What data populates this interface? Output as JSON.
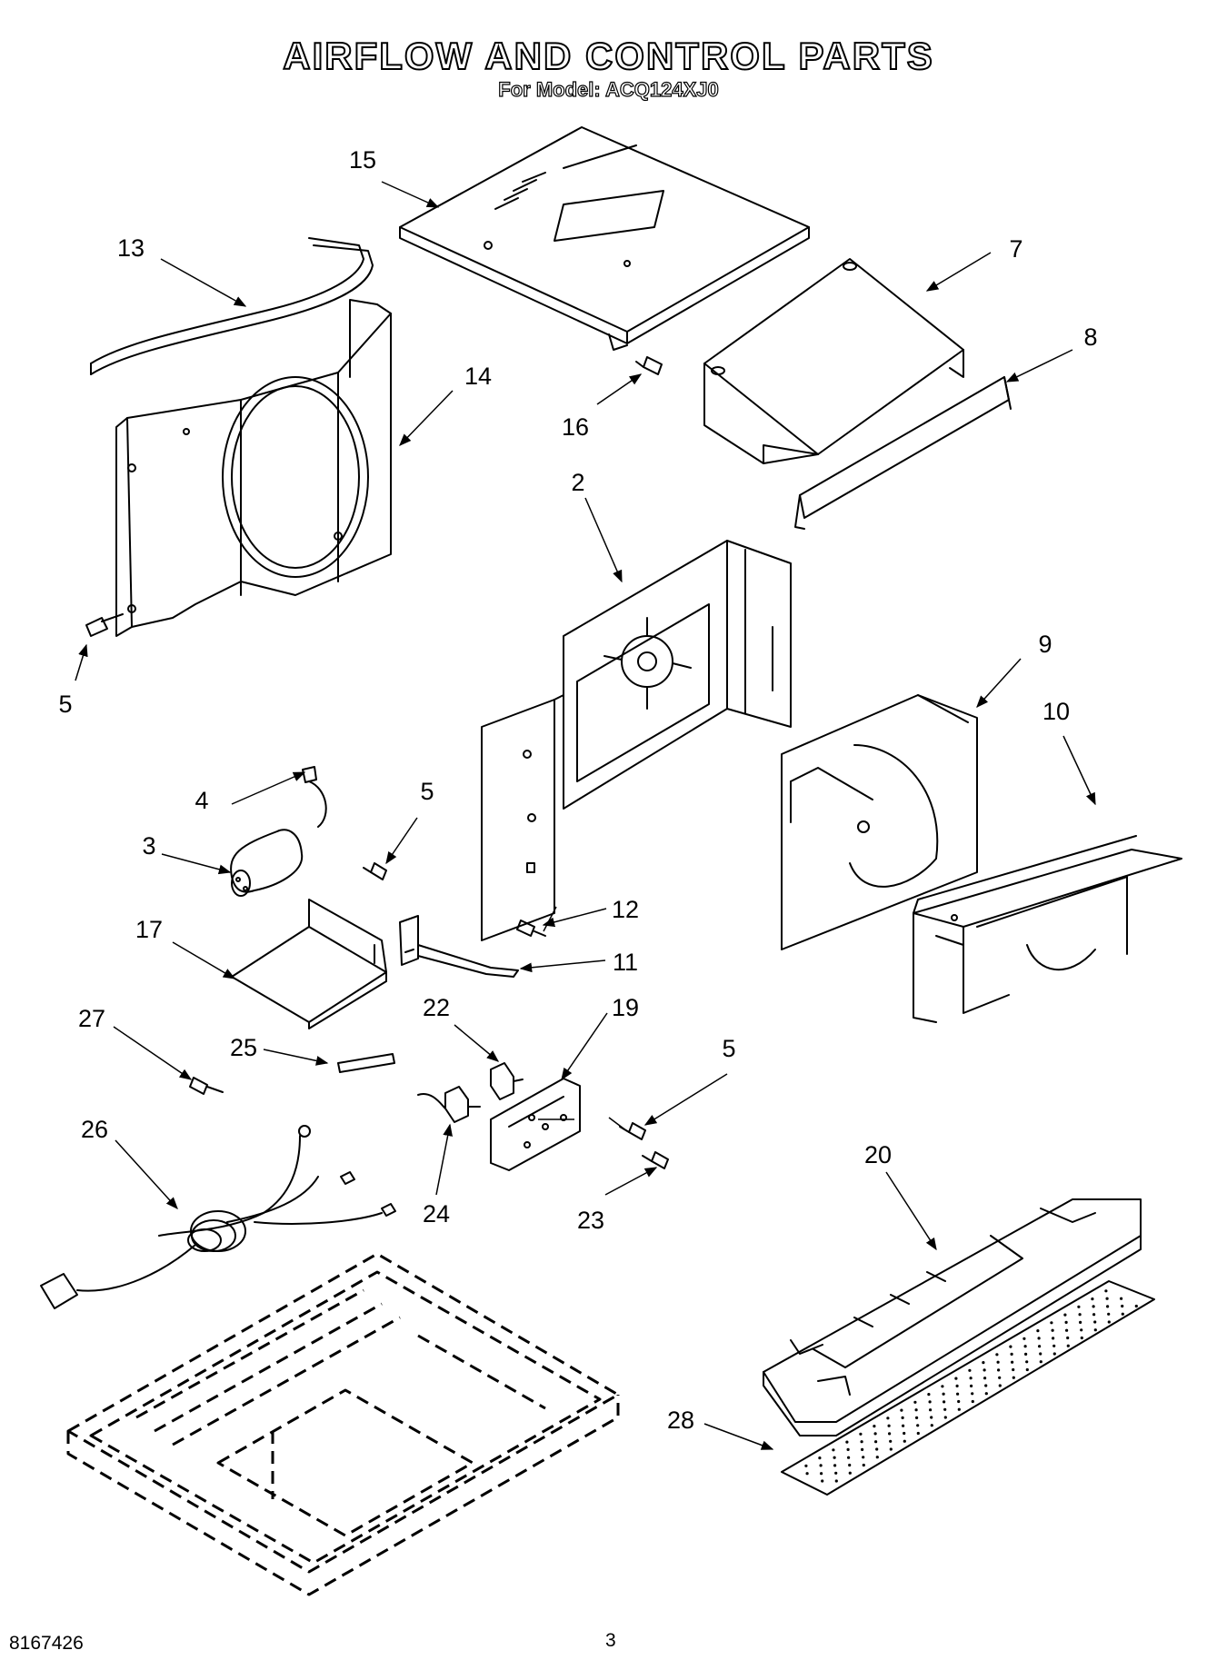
{
  "title": "AIRFLOW AND CONTROL PARTS",
  "subtitle": "For Model: ACQ124XJ0",
  "footer": {
    "document_number": "8167426",
    "page_number": "3"
  },
  "callouts": [
    {
      "id": "15",
      "label": "15"
    },
    {
      "id": "13",
      "label": "13"
    },
    {
      "id": "7",
      "label": "7"
    },
    {
      "id": "8",
      "label": "8"
    },
    {
      "id": "14",
      "label": "14"
    },
    {
      "id": "16",
      "label": "16"
    },
    {
      "id": "2",
      "label": "2"
    },
    {
      "id": "5a",
      "label": "5"
    },
    {
      "id": "9",
      "label": "9"
    },
    {
      "id": "10",
      "label": "10"
    },
    {
      "id": "4",
      "label": "4"
    },
    {
      "id": "5b",
      "label": "5"
    },
    {
      "id": "3",
      "label": "3"
    },
    {
      "id": "12",
      "label": "12"
    },
    {
      "id": "17",
      "label": "17"
    },
    {
      "id": "11",
      "label": "11"
    },
    {
      "id": "22",
      "label": "22"
    },
    {
      "id": "19",
      "label": "19"
    },
    {
      "id": "27",
      "label": "27"
    },
    {
      "id": "25",
      "label": "25"
    },
    {
      "id": "5c",
      "label": "5"
    },
    {
      "id": "26",
      "label": "26"
    },
    {
      "id": "24",
      "label": "24"
    },
    {
      "id": "23",
      "label": "23"
    },
    {
      "id": "20",
      "label": "20"
    },
    {
      "id": "28",
      "label": "28"
    }
  ]
}
